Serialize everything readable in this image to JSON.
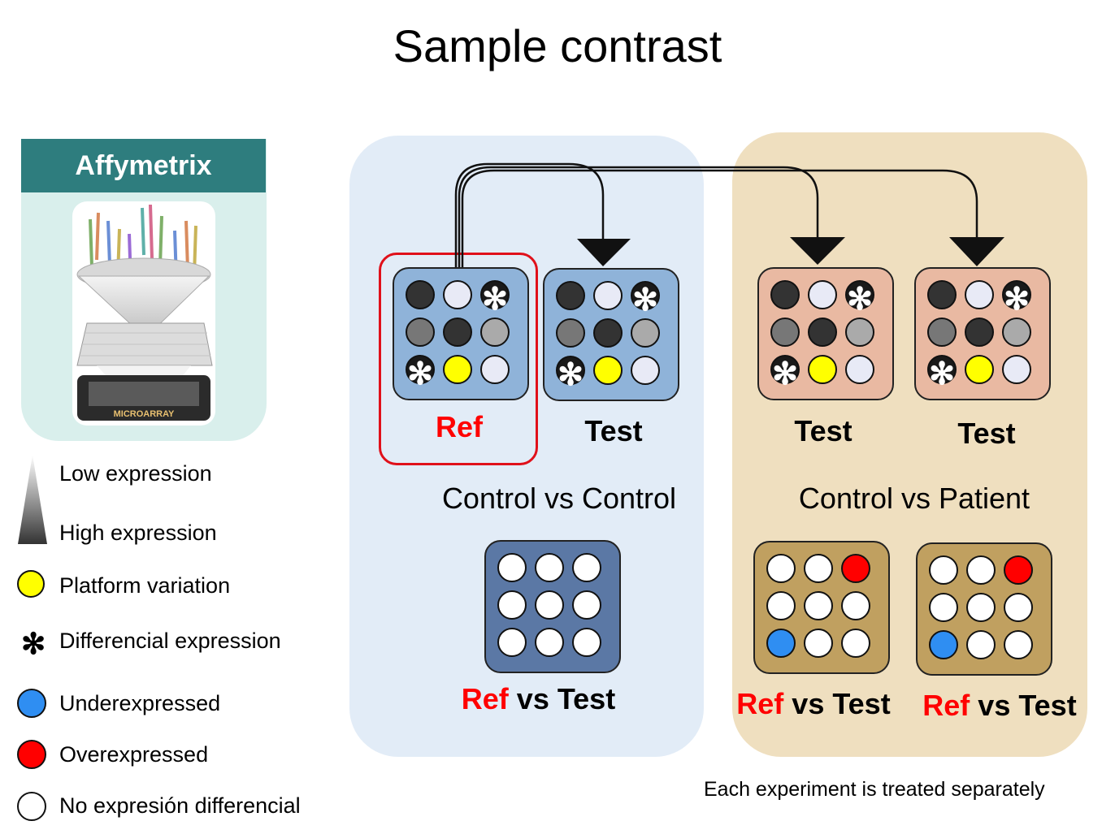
{
  "title": "Sample contrast",
  "sidebar": {
    "platform_name": "Affymetrix",
    "chip_label": "MICROARRAY"
  },
  "legend": {
    "low_expression": "Low expression",
    "high_expression": "High expression",
    "platform_variation": "Platform variation",
    "differential_expression": "Differencial expression",
    "underexpressed": "Underexpressed",
    "overexpressed": "Overexpressed",
    "no_differential": "No expresión differencial",
    "star_symbol": "✻"
  },
  "control_panel": {
    "ref_label": "Ref",
    "test_label": "Test",
    "section_label": "Control vs Control",
    "result_ref": "Ref",
    "result_vs_test": " vs Test"
  },
  "patient_panel": {
    "test1_label": "Test",
    "test2_label": "Test",
    "section_label": "Control vs Patient",
    "result1_ref": "Ref",
    "result1_vs_test": " vs Test",
    "result2_ref": "Ref",
    "result2_vs_test": " vs Test"
  },
  "footer_note": "Each experiment is treated separately",
  "colors": {
    "control_panel_bg": "#e2ecf7",
    "patient_panel_bg": "#efdfbf",
    "control_plate": "#8fb3d9",
    "patient_plate": "#e9b9a2",
    "control_result_plate": "#5b78a5",
    "patient_result_plate": "#c0a060",
    "platform_header": "#2e7d7e",
    "ref_highlight": "#ff0000",
    "platform_variation": "#ffff00",
    "underexpressed": "#2f8ef2",
    "overexpressed": "#ff0000"
  }
}
